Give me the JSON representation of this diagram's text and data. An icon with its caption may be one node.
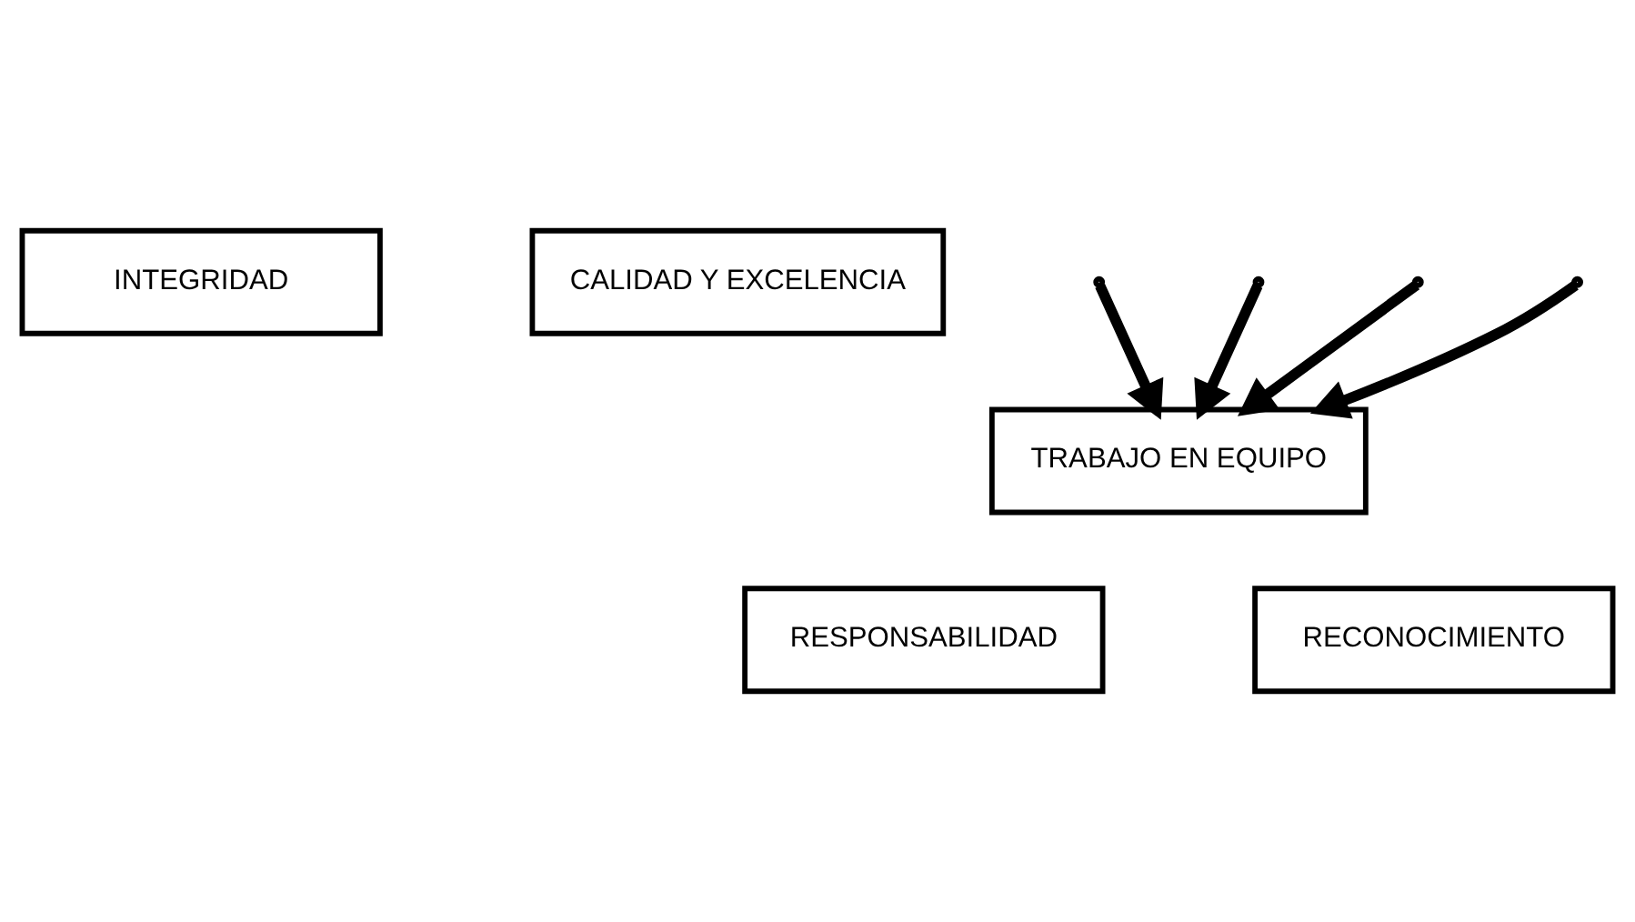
{
  "diagram": {
    "nodes": [
      {
        "text": [
          "INTEGRIDAD"
        ]
      },
      {
        "text": [
          "CALIDAD Y EXCELENCIA"
        ]
      },
      {
        "text": [
          "TRABAJO EN EQUIPO"
        ]
      },
      {
        "text": [
          "RESPONSABILIDAD"
        ]
      },
      {
        "text": [
          "RECONOCIMIENTO"
        ]
      }
    ],
    "edges": [
      {
        "from": null,
        "to": 2,
        "arrow": "to"
      },
      {
        "from": null,
        "to": 2,
        "arrow": "to"
      },
      {
        "from": null,
        "to": 2,
        "arrow": "to"
      },
      {
        "from": null,
        "to": 2,
        "arrow": "to"
      }
    ]
  }
}
